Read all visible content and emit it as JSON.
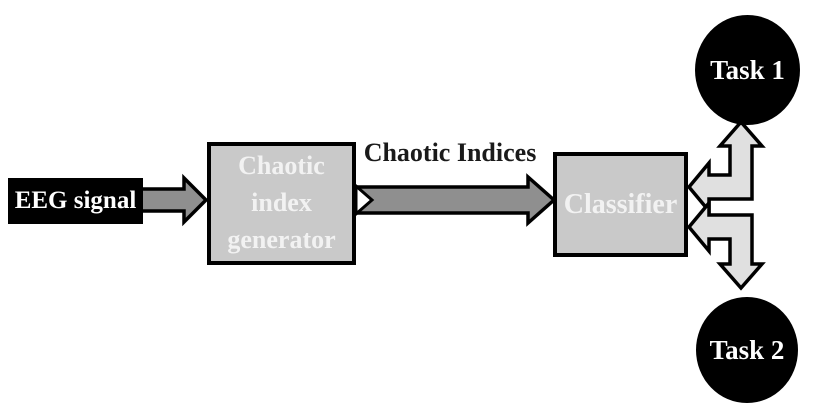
{
  "diagram": {
    "title": "EEG chaotic-index classification flow diagram",
    "nodes": {
      "eeg": {
        "label": "EEG signal",
        "shape": "rectangle",
        "fill": "#000000"
      },
      "generator": {
        "label": "Chaotic index generator",
        "shape": "rectangle",
        "fill": "#c9c9c9"
      },
      "classifier": {
        "label": "Classifier",
        "shape": "rectangle",
        "fill": "#c9c9c9"
      },
      "task1": {
        "label": "Task 1",
        "shape": "ellipse",
        "fill": "#000000"
      },
      "task2": {
        "label": "Task 2",
        "shape": "ellipse",
        "fill": "#000000"
      }
    },
    "edges": {
      "eeg_to_generator": {
        "from": "EEG signal",
        "to": "Chaotic index generator",
        "label": ""
      },
      "generator_to_classifier": {
        "from": "Chaotic index generator",
        "to": "Classifier",
        "label": "Chaotic Indices"
      },
      "classifier_task1": {
        "from": "Classifier",
        "to": "Task 1",
        "bidirectional": true
      },
      "classifier_task2": {
        "from": "Classifier",
        "to": "Task 2",
        "bidirectional": true
      }
    },
    "colors": {
      "background": "#ffffff",
      "node_black_fill": "#000000",
      "node_gray_fill": "#c9c9c9",
      "arrow_gray_fill": "#8f8f8f",
      "arrow_light_fill": "#e0e0e0",
      "chevron_fill": "#ffffff",
      "outline": "#000000",
      "label_on_dark": "#ffffff",
      "label_on_gray": "#f2f2f2",
      "edge_label_color": "#1a1a1a"
    }
  }
}
